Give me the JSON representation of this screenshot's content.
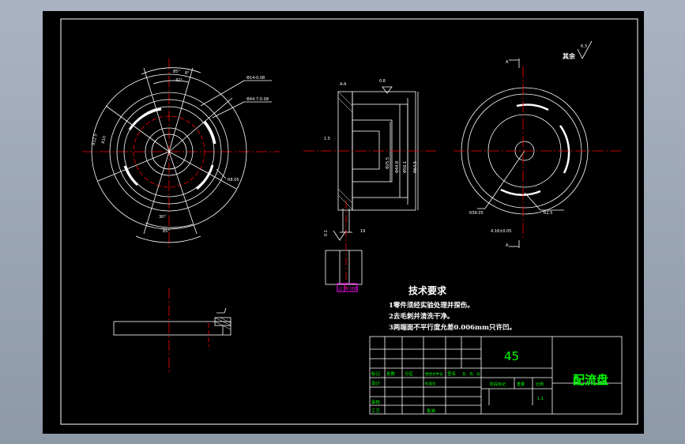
{
  "drawing": {
    "title": "配流盘",
    "material": "45",
    "roughness_label": "其余",
    "roughness_value": "6.3",
    "scale_value": "1:1"
  },
  "tech_requirements": {
    "heading": "技术要求",
    "items": [
      "1零件须经实验处理并探伤。",
      "2去毛刺并清洗干净。",
      "3两端面不平行度允差0.006mm只许凹。"
    ]
  },
  "title_block": {
    "header_cells": [
      "标记",
      "处数",
      "分区",
      "更改文件号",
      "签名",
      "年、月、日"
    ],
    "left_labels": [
      "设计",
      "标准化",
      "审核",
      "工艺",
      "批准"
    ],
    "stage_cells": [
      "阶段标记",
      "重量",
      "比例"
    ]
  },
  "front_view": {
    "dim_angle_outer": "85°",
    "dim_angle_mid": "32°",
    "dim_angle_small": "8°",
    "dim_angle_bottom": "30°",
    "dim_angle_bottom2": "85°",
    "dim_r1": "R12.5",
    "dim_r2": "R10",
    "dim_leader1": "Φ14-0.08",
    "dim_leader2": "Φ44.7-0.08",
    "dim_r3": "R8.05"
  },
  "section_view": {
    "section_label": "A-A",
    "roughness_top": "0.8",
    "dims_vertical": [
      "Φ25.5",
      "Φ44.8",
      "Φ56.1",
      "Φ64.5"
    ],
    "dim_width": "1.5",
    "tolerance_frame_symbol": "//",
    "tolerance_frame_value": "0.006",
    "dim_bottom_left": "0.1",
    "dim_bottom_right": "19"
  },
  "right_view": {
    "label_a_top": "A",
    "label_a_bottom": "A",
    "dim_r_left": "R58.05",
    "dim_r_right": "R2.5",
    "dim_small": "4.16±0.05"
  },
  "colors": {
    "sheet_bg": "#000000",
    "line": "#ffffff",
    "center": "#ff0000",
    "table": "#00ff00",
    "frame": "#ff00ff"
  }
}
